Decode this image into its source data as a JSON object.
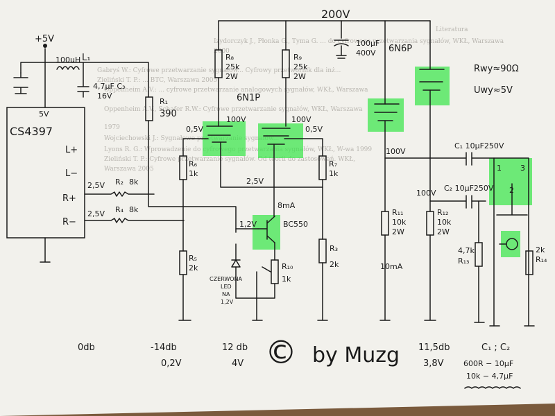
{
  "colors": {
    "paper": "#f2f1ec",
    "ink": "#1a1a1a",
    "highlight": "#39e64a",
    "table": "#7a5a3c"
  },
  "labels": {
    "v200": "200V",
    "v5": "+5V",
    "l1": "L₁",
    "l1_val": "100uH",
    "c3_val": "4,7μF C₃",
    "c3_v": "16V",
    "chip_5v": "5V",
    "chip_name": "CS4397",
    "pin_lp": "L+",
    "pin_lm": "L−",
    "pin_rp": "R+",
    "pin_rm": "R−",
    "r8": "R₈",
    "r8_val": "25k",
    "r8_w": "2W",
    "r9": "R₉",
    "r9_val": "25k",
    "r9_w": "2W",
    "cap_top_val": "100μF",
    "cap_top_v": "400V",
    "tube_6n6p": "6N6P",
    "rwy": "Rwy≈90Ω",
    "uwy": "Uwy≈5V",
    "r1": "R₁",
    "r1_val": "390",
    "tube_6n1p": "6N1P",
    "v05_left": "0,5V",
    "v100_left": "100V",
    "v100_mid": "100V",
    "v05_right": "0,5V",
    "r6": "R₆",
    "r6_val": "1k",
    "r7": "R₇",
    "r7_val": "1k",
    "v25_grid": "2,5V",
    "v25_rp": "2,5V",
    "v25_rm": "2,5V",
    "r2": "R₂",
    "r2_val": "8k",
    "r4": "R₄",
    "r4_val": "8k",
    "i8ma": "8mA",
    "v12_base": "1,2V",
    "bc550": "BC550",
    "r5": "R₅",
    "r5_val": "2k",
    "r3": "R₃",
    "r3_val": "2k",
    "r10": "R₁₀",
    "r10_val": "1k",
    "led1": "CZERWONA",
    "led2": "LED",
    "led3": "NA",
    "led4": "1,2V",
    "v100_r11": "100V",
    "v100_r12": "100V",
    "r11": "R₁₁",
    "r11_val": "10k",
    "r11_w": "2W",
    "i10ma": "10mA",
    "r12": "R₁₂",
    "r12_val": "10k",
    "r12_w": "2W",
    "c1": "C₁ 10μF250V",
    "c2": "C₂ 10μF250V",
    "r13_val": "4,7k",
    "r13": "R₁₃",
    "r14": "R₁₄",
    "r14_val": "2k",
    "pin1": "1",
    "pin2": "2",
    "pin3": "3",
    "db0": "0db",
    "db_m14": "-14db",
    "v_02": "0,2V",
    "db12": "12 db",
    "v_4": "4V",
    "copyright": "©",
    "by": "by Muzg",
    "db115": "11,5db",
    "v_38": "3,8V",
    "c1c2": "C₁ ; C₂",
    "cc1": "600R − 10μF",
    "cc2": "10k − 4,7μF"
  },
  "background_text": [
    "Literatura",
    "Izydorczyk J., Płonka G., Tyma G. ... do cyfrowego przetwarzania sygnałów, WKŁ, Warszawa",
    "2000",
    "Gabryś W.: Cyfrowe przetwarzanie sygnałów... Cyfrowy przetwornik dla inż...",
    "Zieliński T. P.: ... BTC, Warszawa 2005",
    "Oppenheim A.V.: ... cyfrowe przetwarzanie analogowych sygnałów, WKŁ, Warszawa",
    "Oppenheim A.V., Schafer R.W.: Cyfrowe przetwarzanie sygnałów, WKŁ, Warszawa",
    "1979",
    "Wojciechowski J.: Sygnałowe przetwarzanie sygnałów... ",
    "Lyons R. G.: Wprowadzenie do cyfrowego przetwarzania sygnałów, WKŁ, W-wa 1999",
    "Zieliński T. P.: Cyfrowe przetwarzanie sygnałów. Od teorii do zastosowań. WKŁ,",
    "Warszawa 2005"
  ]
}
